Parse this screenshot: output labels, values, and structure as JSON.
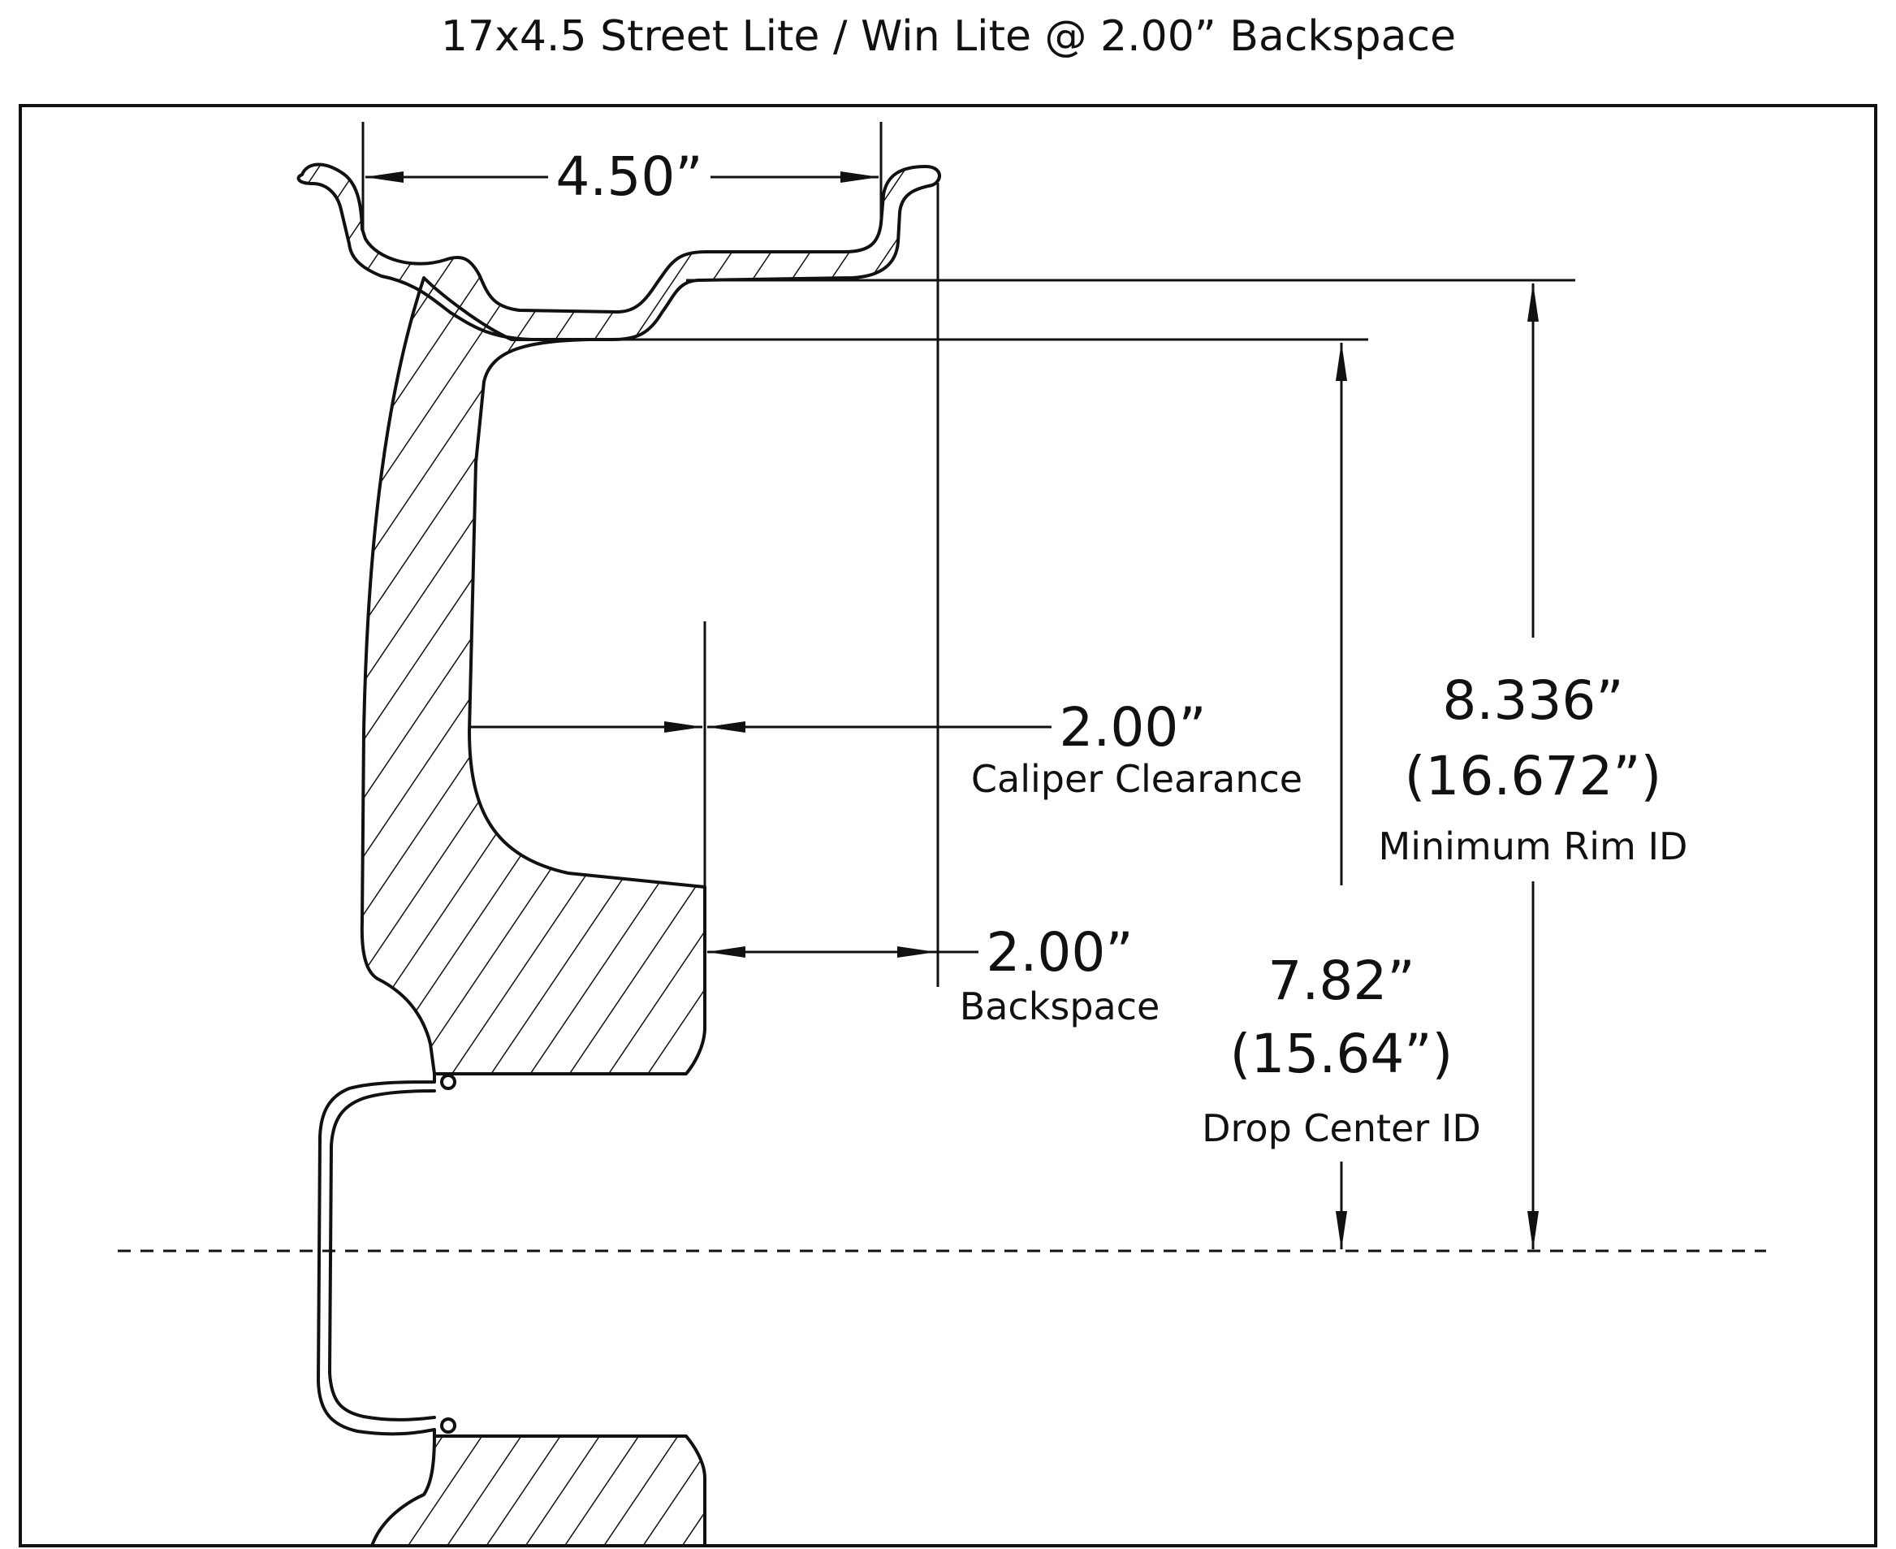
{
  "title": "17x4.5 Street Lite / Win Lite @ 2.00” Backspace",
  "dimensions": {
    "rim_width": {
      "value": "4.50”"
    },
    "caliper_clearance": {
      "value": "2.00”",
      "label": "Caliper Clearance"
    },
    "backspace": {
      "value": "2.00”",
      "label": "Backspace"
    },
    "minimum_rim_id": {
      "value": "8.336”",
      "value_full": "(16.672”)",
      "label": "Minimum Rim ID"
    },
    "drop_center_id": {
      "value": "7.82”",
      "value_full": "(15.64”)",
      "label": "Drop Center ID"
    }
  },
  "colors": {
    "line": "#111111",
    "background": "#ffffff"
  }
}
